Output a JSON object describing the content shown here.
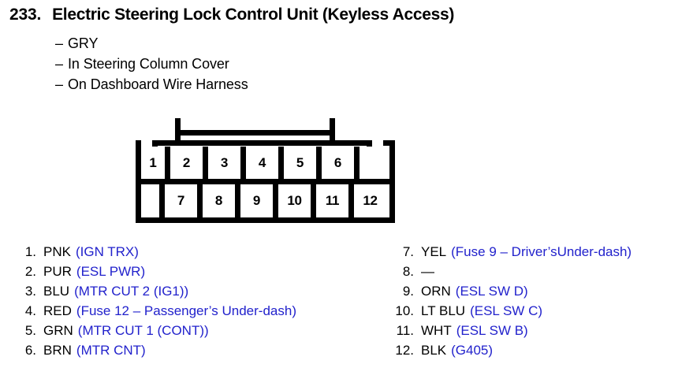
{
  "header": {
    "number": "233.",
    "title": "Electric Steering Lock Control Unit (Keyless Access)",
    "subtitles": [
      "GRY",
      "In Steering Column Cover",
      "On Dashboard Wire Harness"
    ],
    "dash": "–"
  },
  "connector": {
    "top_row_pins": [
      "1",
      "2",
      "3",
      "4",
      "5",
      "6"
    ],
    "bottom_row_pins": [
      "7",
      "8",
      "9",
      "10",
      "11",
      "12"
    ],
    "total_pins": 12
  },
  "colors": {
    "circuit_text": "#2222cc",
    "outline": "#000000",
    "background": "#ffffff"
  },
  "legend": {
    "left_column": [
      {
        "num": "1.",
        "wire": "PNK",
        "circuit": "(IGN TRX)"
      },
      {
        "num": "2.",
        "wire": "PUR",
        "circuit": "(ESL PWR)"
      },
      {
        "num": "3.",
        "wire": "BLU",
        "circuit": "(MTR CUT 2 (IG1))"
      },
      {
        "num": "4.",
        "wire": "RED",
        "circuit": "(Fuse 12 – Passenger’s Under-dash)"
      },
      {
        "num": "5.",
        "wire": "GRN",
        "circuit": "(MTR CUT 1 (CONT))"
      },
      {
        "num": "6.",
        "wire": "BRN",
        "circuit": "(MTR CNT)"
      }
    ],
    "right_column": [
      {
        "num": "7.",
        "wire": "YEL",
        "circuit": "(Fuse 9 – Driver’sUnder-dash)"
      },
      {
        "num": "8.",
        "wire": "—",
        "circuit": ""
      },
      {
        "num": "9.",
        "wire": "ORN",
        "circuit": "(ESL SW D)"
      },
      {
        "num": "10.",
        "wire": "LT BLU",
        "circuit": "(ESL SW C)"
      },
      {
        "num": "11.",
        "wire": "WHT",
        "circuit": "(ESL SW B)"
      },
      {
        "num": "12.",
        "wire": "BLK",
        "circuit": "(G405)"
      }
    ]
  }
}
